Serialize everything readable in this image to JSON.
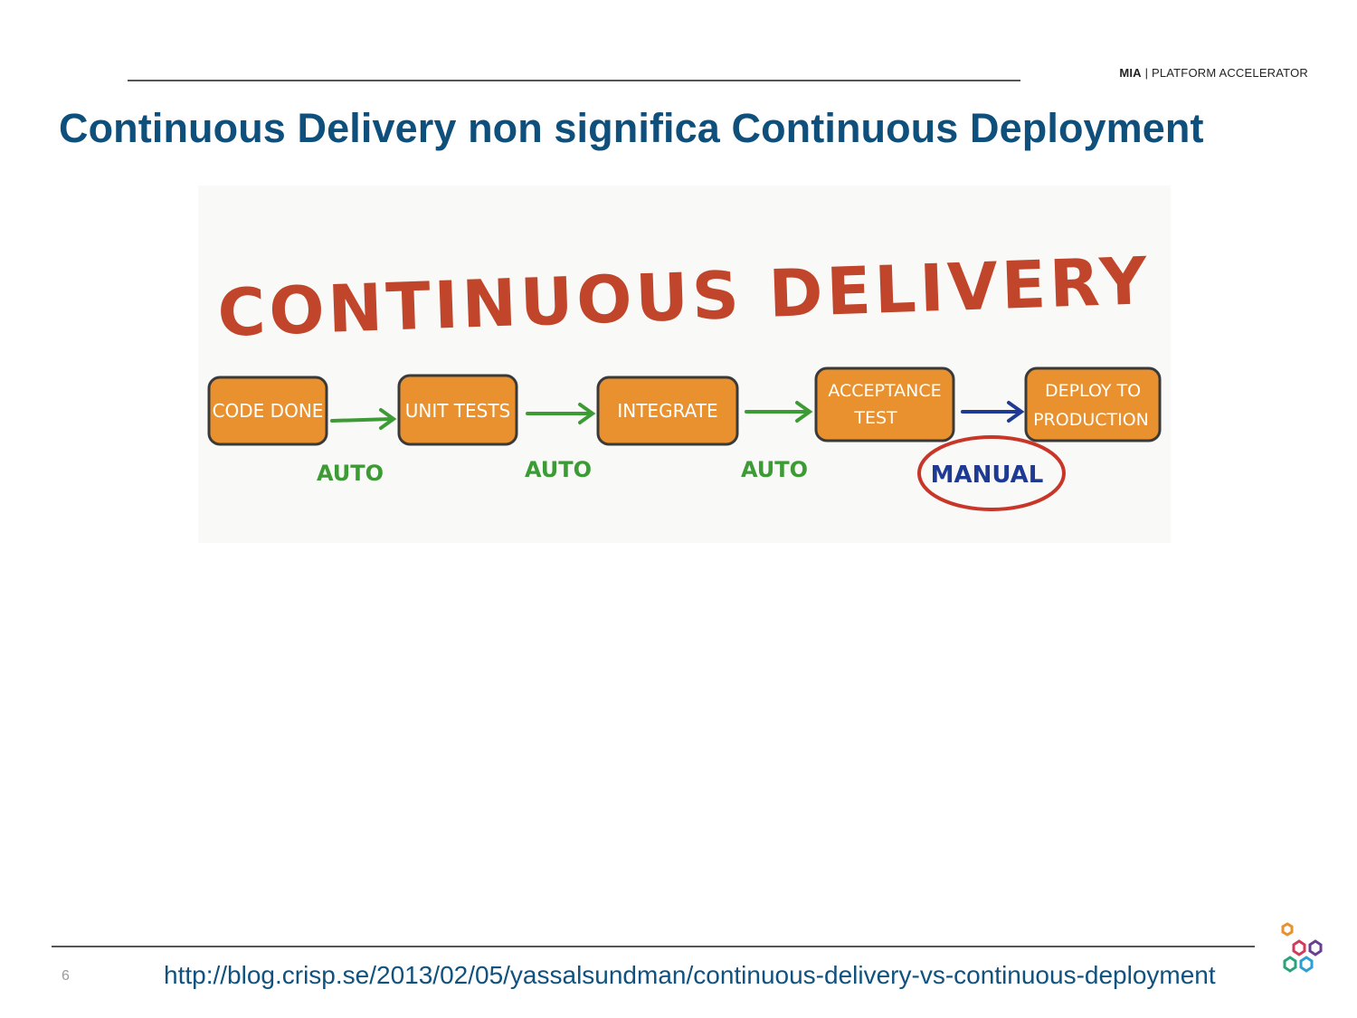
{
  "header": {
    "brand_name": "MIA",
    "brand_separator": "|",
    "brand_tagline": "PLATFORM ACCELERATOR"
  },
  "slide": {
    "title": "Continuous Delivery non significa Continuous Deployment",
    "page_number": "6",
    "source_url": "http://blog.crisp.se/2013/02/05/yassalsundman/continuous-delivery-vs-continuous-deployment"
  },
  "illustration": {
    "heading": "CONTINUOUS DELIVERY",
    "stages": [
      {
        "label": "CODE DONE"
      },
      {
        "label": "UNIT TESTS"
      },
      {
        "label": "INTEGRATE"
      },
      {
        "label_line1": "ACCEPTANCE",
        "label_line2": "TEST"
      },
      {
        "label_line1": "DEPLOY TO",
        "label_line2": "PRODUCTION"
      }
    ],
    "transitions": [
      "AUTO",
      "AUTO",
      "AUTO",
      "MANUAL"
    ],
    "colors": {
      "heading": "#c0452a",
      "box_fill": "#e8912e",
      "box_stroke": "#3a3a3a",
      "auto_arrow": "#3d9b35",
      "manual_arrow": "#1f3a93",
      "manual_circle": "#c8362a"
    }
  },
  "colors": {
    "title": "#0f4f7c",
    "link": "#10527f",
    "logo": [
      "#e8912e",
      "#d23b5a",
      "#6a3f8f",
      "#2aa37a",
      "#2b9fd6"
    ]
  }
}
